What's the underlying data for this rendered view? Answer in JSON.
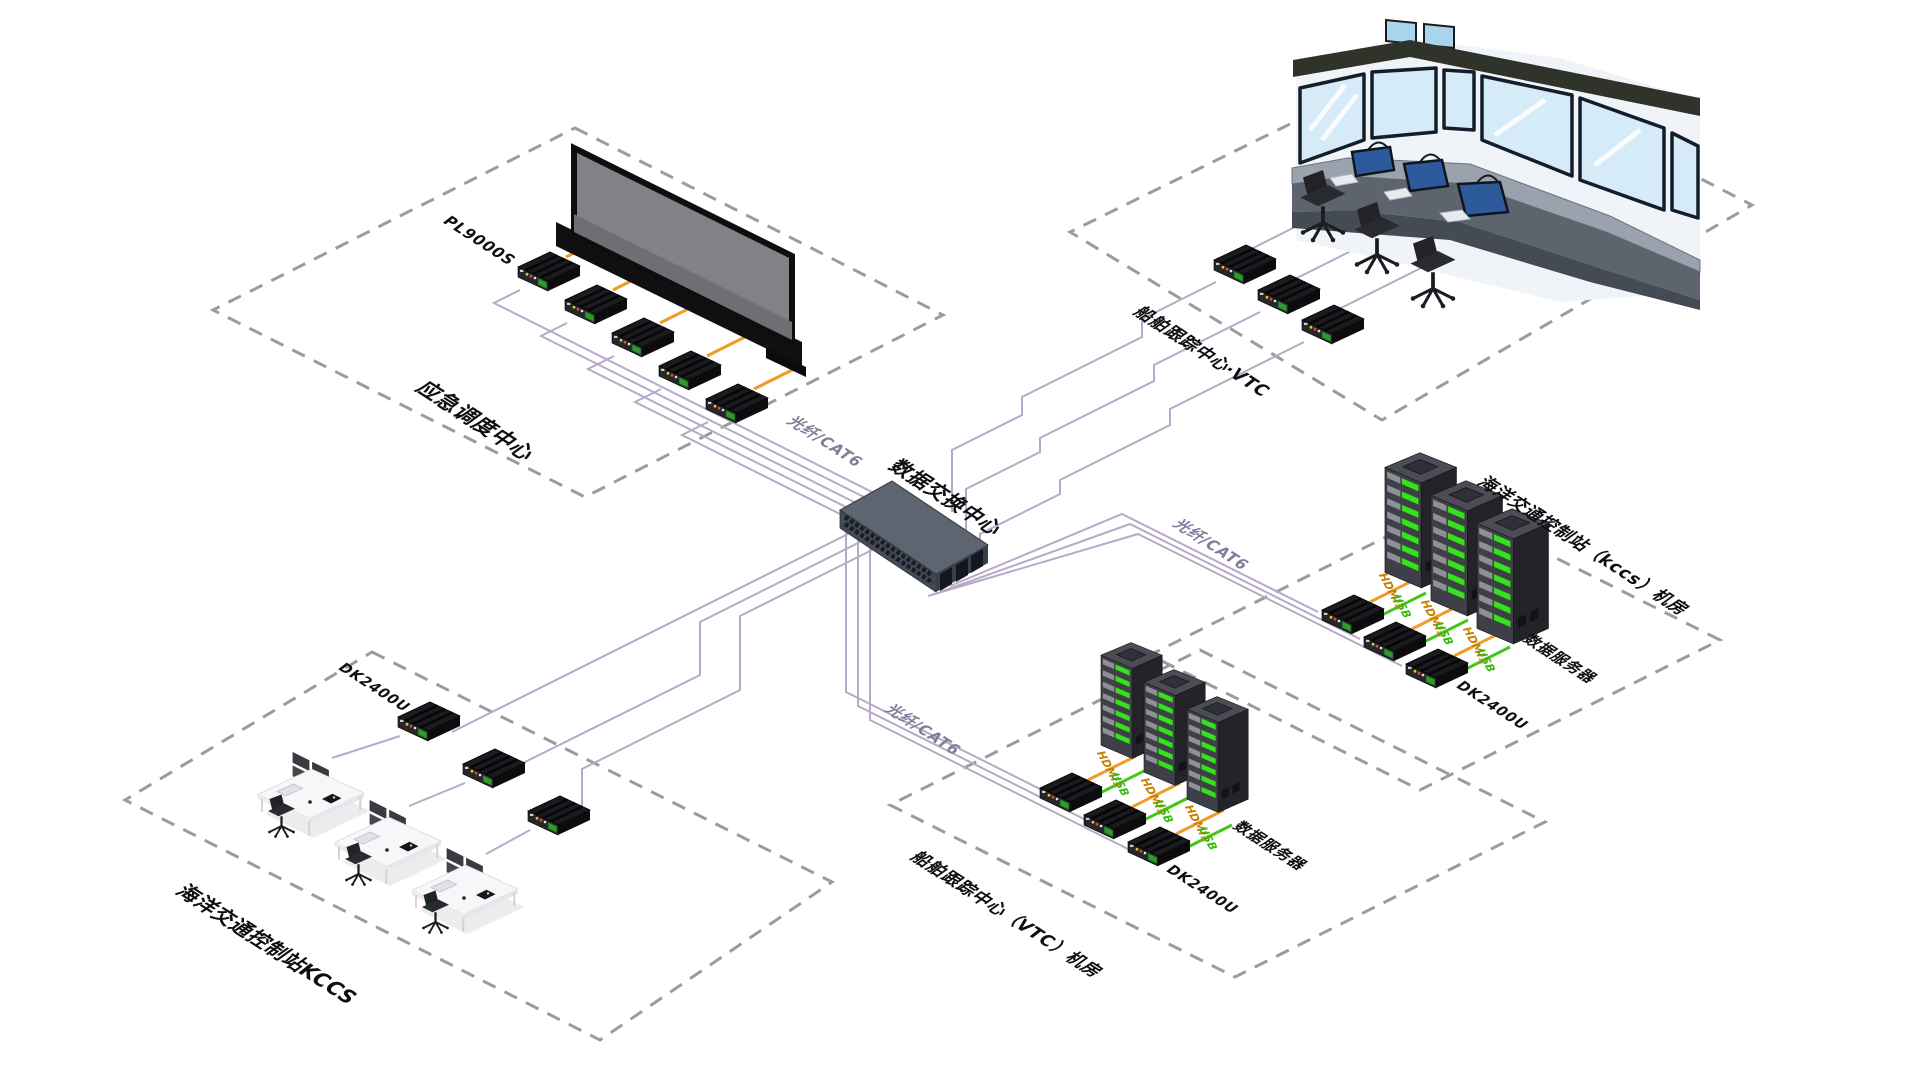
{
  "diagram": {
    "zones": {
      "emergency": {
        "name": "应急调度中心",
        "device": "PL9000S"
      },
      "vtc_center": {
        "name": "船舶跟踪中心·VTC"
      },
      "exchange": {
        "name": "数据交换中心"
      },
      "kccs_room": {
        "name": "海洋交通控制站（kccs）机房",
        "server": "数据服务器",
        "device": "DK2400U"
      },
      "vtc_room": {
        "name": "船舶跟踪中心（VTC）机房",
        "server": "数据服务器",
        "device": "DK2400U"
      },
      "kccs_station": {
        "name": "海洋交通控制站KCCS",
        "device": "DK2400U"
      }
    },
    "links": {
      "fiber": "光纤/CAT6",
      "hdmi": "HDMI1",
      "usb": "USB"
    },
    "colors": {
      "fiber_line": "#b7aac9",
      "hdmi_line": "#ef9c28",
      "usb_line": "#43c61c",
      "dash_border": "#9c9c9c",
      "rack_led": "#3ade22"
    }
  }
}
